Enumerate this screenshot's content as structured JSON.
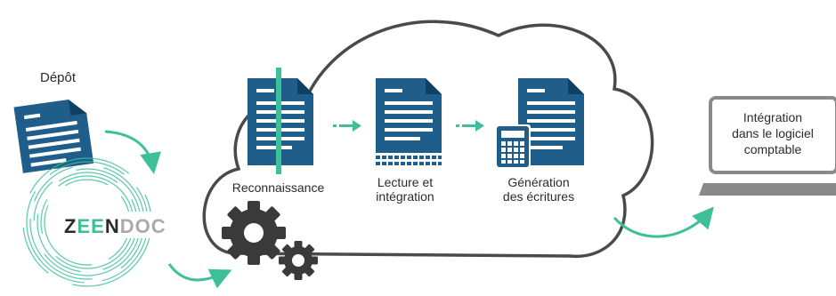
{
  "depot": {
    "label": "Dépôt"
  },
  "logo": {
    "text": "ZEENDOC"
  },
  "steps": [
    {
      "label": "Reconnaissance"
    },
    {
      "label": "Lecture et\nintégration"
    },
    {
      "label": "Génération\ndes écritures"
    }
  ],
  "destination": {
    "label": "Intégration\ndans le logiciel\ncomptable"
  },
  "colors": {
    "doc_blue": "#1f5d8a",
    "accent_teal": "#3dbf9a",
    "cloud_outline": "#4a4a4a",
    "gear": "#3a3a3a",
    "laptop": "#8a8a8a"
  }
}
